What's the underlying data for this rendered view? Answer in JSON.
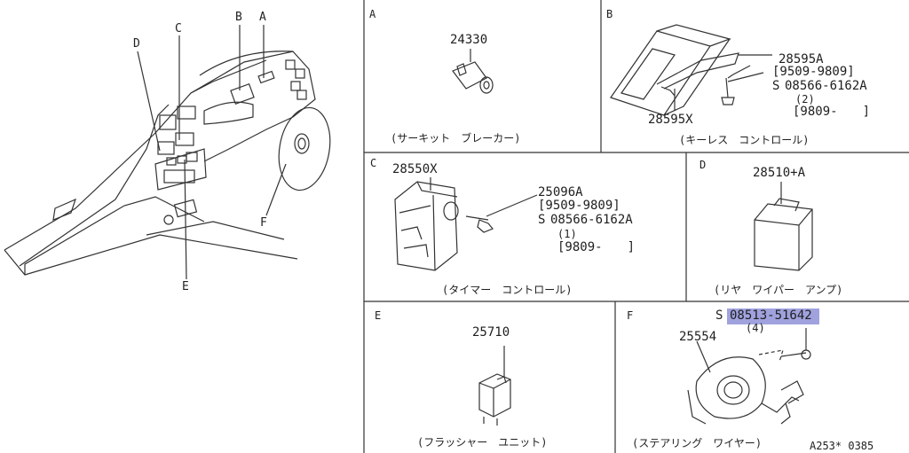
{
  "overview": {
    "callouts": [
      "A",
      "B",
      "C",
      "D",
      "E",
      "F"
    ]
  },
  "panels": {
    "A": {
      "letter": "A",
      "part": "24330",
      "caption": "(サーキット　ブレーカー)"
    },
    "B": {
      "letter": "B",
      "part_main": "28595X",
      "part_bracket": "28595A",
      "bracket_note": "[9509-9809]",
      "screw": "08566-6162A",
      "qty": "(2)",
      "screw_note": "[9809-　　]",
      "caption": "(キーレス　コントロール)"
    },
    "C": {
      "letter": "C",
      "part_main": "28550X",
      "part_bracket": "25096A",
      "bracket_note": "[9509-9809]",
      "screw": "08566-6162A",
      "qty": "(1)",
      "screw_note": "[9809-　　]",
      "caption": "(タイマー　コントロール)"
    },
    "D": {
      "letter": "D",
      "part": "28510+A",
      "caption": "(リヤ　ワイパー　アンプ)"
    },
    "E": {
      "letter": "E",
      "part": "25710",
      "caption": "(フラッシャー　ユニット)"
    },
    "F": {
      "letter": "F",
      "part_main": "25554",
      "screw": "08513-51642",
      "qty": "(4)",
      "caption": "(ステアリング　ワイヤー)"
    }
  },
  "s_symbol": "S",
  "diagram_code": "A253* 0385"
}
